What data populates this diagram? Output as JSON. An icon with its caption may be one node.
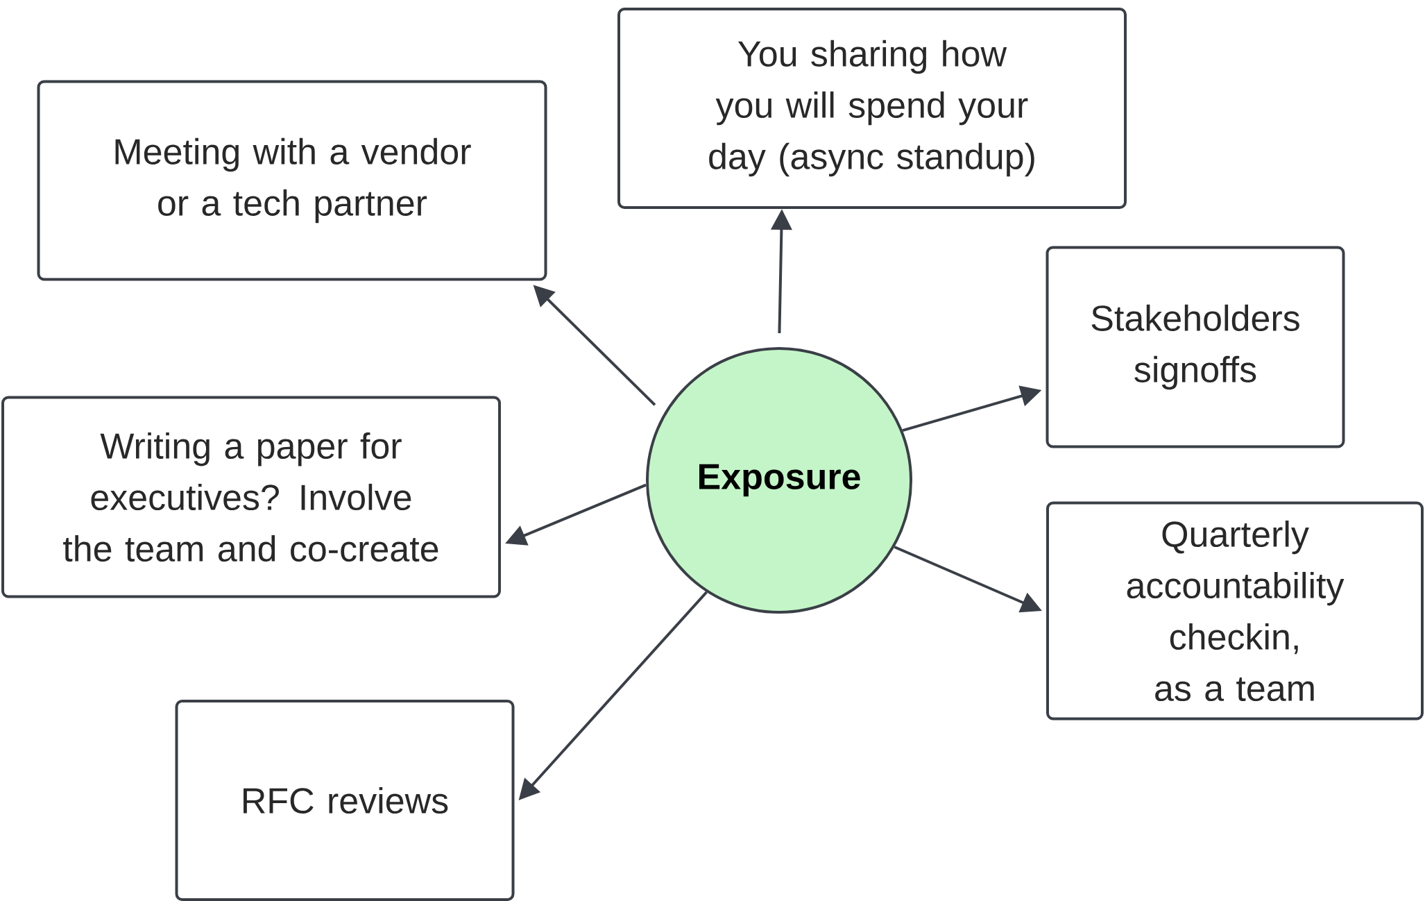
{
  "diagram": {
    "nodes": [
      {
        "text": [
          "You sharing how you will spend your day (async standup)"
        ]
      },
      {
        "text": [
          "Meeting with a vendor or a tech partner"
        ]
      },
      {
        "text": [
          "Stakeholders signoffs"
        ]
      },
      {
        "text": [
          "Writing a paper for executives? Involve the team and co-create"
        ]
      },
      {
        "text": [
          "Exposure"
        ]
      },
      {
        "text": [
          "Quarterly accountability checkin, as a team"
        ]
      },
      {
        "text": [
          "RFC reviews"
        ]
      }
    ],
    "edges": [
      {
        "from": 4,
        "to": 0,
        "arrow": "to"
      },
      {
        "from": 4,
        "to": 1,
        "arrow": "to"
      },
      {
        "from": 4,
        "to": 2,
        "arrow": "to"
      },
      {
        "from": 4,
        "to": 3,
        "arrow": "to"
      },
      {
        "from": 4,
        "to": 5,
        "arrow": "to"
      },
      {
        "from": 4,
        "to": 6,
        "arrow": "to"
      }
    ]
  }
}
